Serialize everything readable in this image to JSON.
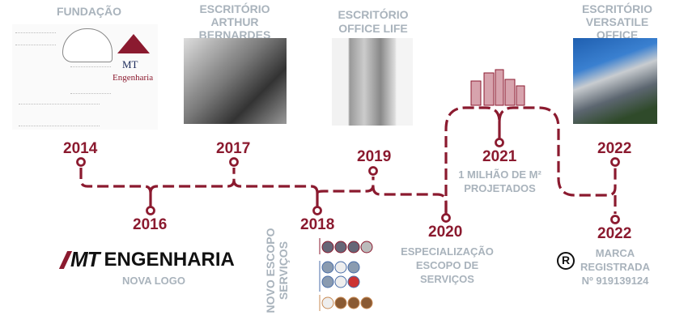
{
  "colors": {
    "accent": "#8b1a2f",
    "caption": "#a9b3bc"
  },
  "milestones": [
    {
      "year": "2014",
      "title": "FUNDAÇÃO"
    },
    {
      "year": "2016",
      "caption": "NOVA LOGO"
    },
    {
      "year": "2017",
      "title": "ESCRITÓRIO ARTHUR BERNARDES",
      "line1": "ESCRITÓRIO",
      "line2": "ARTHUR BERNARDES"
    },
    {
      "year": "2018",
      "caption_line1": "NOVO ESCOPO",
      "caption_line2": "SERVIÇOS"
    },
    {
      "year": "2019",
      "line1": "ESCRITÓRIO",
      "line2": "OFFICE LIFE"
    },
    {
      "year": "2020",
      "line1": "ESPECIALIZAÇÃO",
      "line2": "ESCOPO DE",
      "line3": "SERVIÇOS"
    },
    {
      "year": "2021",
      "line1": "1 MILHÃO DE M²",
      "line2": "PROJETADOS"
    },
    {
      "year": "2022",
      "line1": "ESCRITÓRIO",
      "line2": "VERSATILE OFFICE"
    },
    {
      "year": "2022",
      "line1": "MARCA",
      "line2": "REGISTRADA",
      "line3": "Nº 919139124"
    }
  ],
  "logo_card": {
    "mark": "MT",
    "name": "Engenharia"
  },
  "new_logo": {
    "mark": "MT",
    "word": "ENGENHARIA"
  },
  "registered_icon": "registered-trademark-icon"
}
